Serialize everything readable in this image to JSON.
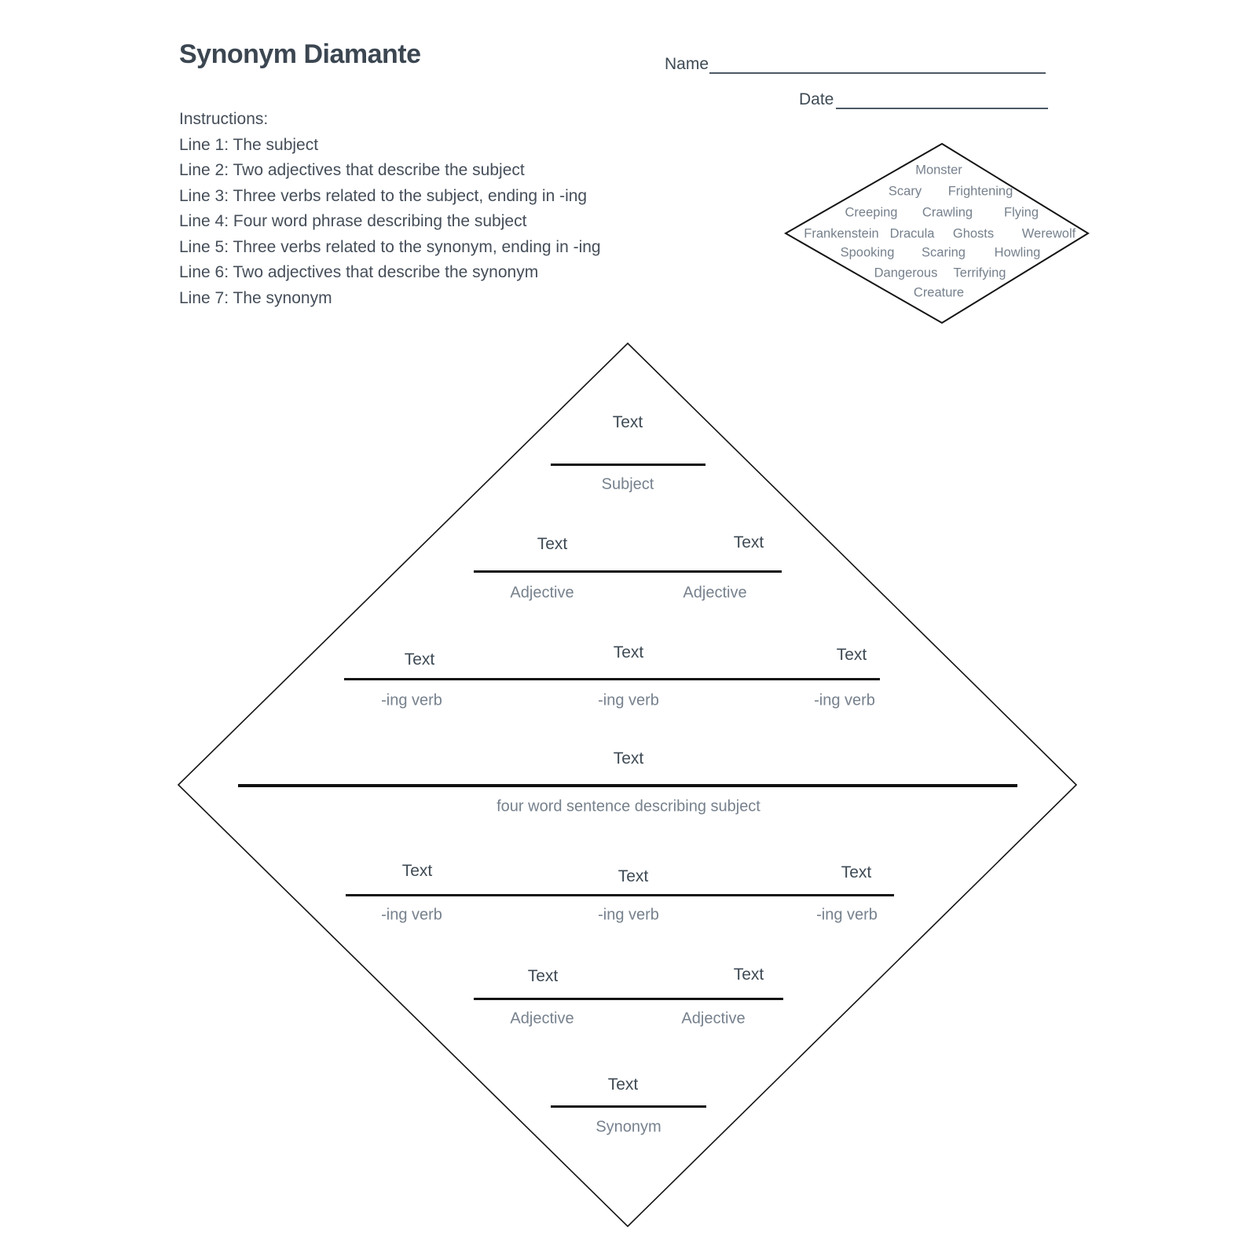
{
  "page": {
    "title": "Synonym Diamante"
  },
  "header": {
    "name_label": "Name",
    "date_label": "Date"
  },
  "instructions": {
    "heading": "Instructions:",
    "lines": [
      "Line 1: The subject",
      "Line 2: Two adjectives that describe the subject",
      "Line 3: Three verbs related to the subject, ending in -ing",
      "Line 4: Four word phrase describing the subject",
      "Line 5: Three verbs related to the synonym, ending in -ing",
      "Line 6: Two adjectives that describe the synonym",
      "Line 7: The synonym"
    ]
  },
  "example_diamond": {
    "rows": [
      [
        "Monster"
      ],
      [
        "Scary",
        "Frightening"
      ],
      [
        "Creeping",
        "Crawling",
        "Flying"
      ],
      [
        "Frankenstein",
        "Dracula",
        "Ghosts",
        "Werewolf"
      ],
      [
        "Spooking",
        "Scaring",
        "Howling"
      ],
      [
        "Dangerous",
        "Terrifying"
      ],
      [
        "Creature"
      ]
    ]
  },
  "worksheet": {
    "placeholder": "Text",
    "labels": {
      "line1": "Subject",
      "line2": [
        "Adjective",
        "Adjective"
      ],
      "line3": [
        "-ing verb",
        "-ing verb",
        "-ing verb"
      ],
      "line4": "four word sentence describing subject",
      "line5": [
        "-ing verb",
        "-ing verb",
        "-ing verb"
      ],
      "line6": [
        "Adjective",
        "Adjective"
      ],
      "line7": "Synonym"
    }
  },
  "colors": {
    "ink": "#3e4a54",
    "muted": "#76818d",
    "rule": "#111111",
    "outline": "#141414"
  }
}
